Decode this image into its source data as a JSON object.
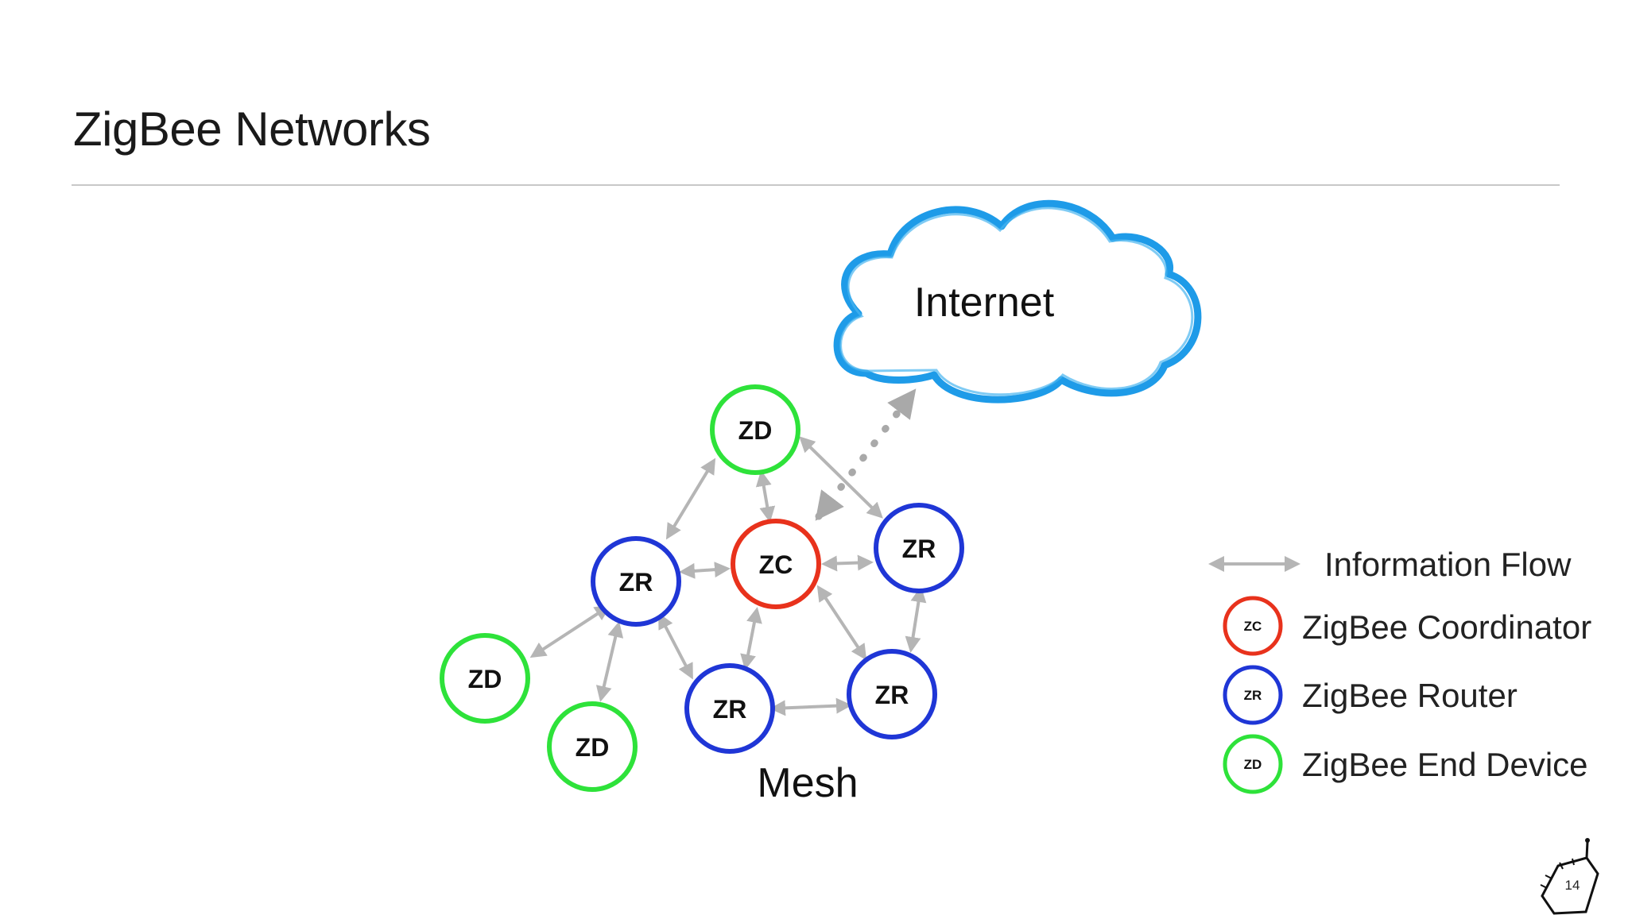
{
  "slide": {
    "title": "ZigBee Networks",
    "page_number": "14"
  },
  "diagram": {
    "cloud_label": "Internet",
    "mesh_label": "Mesh",
    "nodes": [
      {
        "id": "zd-top",
        "label": "ZD",
        "type": "end-device"
      },
      {
        "id": "zr-left",
        "label": "ZR",
        "type": "router"
      },
      {
        "id": "zc",
        "label": "ZC",
        "type": "coordinator"
      },
      {
        "id": "zr-right",
        "label": "ZR",
        "type": "router"
      },
      {
        "id": "zd-left",
        "label": "ZD",
        "type": "end-device"
      },
      {
        "id": "zd-bottom",
        "label": "ZD",
        "type": "end-device"
      },
      {
        "id": "zr-bottom-mid",
        "label": "ZR",
        "type": "router"
      },
      {
        "id": "zr-bottom-right",
        "label": "ZR",
        "type": "router"
      }
    ]
  },
  "legend": {
    "information_flow": "Information Flow",
    "coordinator": {
      "abbr": "ZC",
      "label": "ZigBee Coordinator"
    },
    "router": {
      "abbr": "ZR",
      "label": "ZigBee Router"
    },
    "end_device": {
      "abbr": "ZD",
      "label": "ZigBee End Device"
    }
  },
  "colors": {
    "coordinator": "#e8321c",
    "router": "#1f36d6",
    "end_device": "#2ee23a",
    "cloud": "#1e9be8",
    "flow_arrow": "#b5b5b5"
  }
}
